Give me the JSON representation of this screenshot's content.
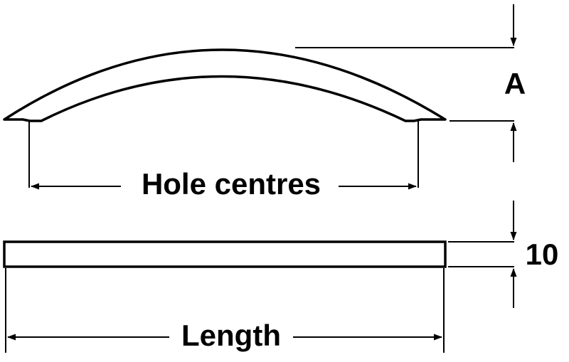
{
  "labels": {
    "hole_centres": "Hole centres",
    "length": "Length",
    "height": "A",
    "thickness": "10"
  },
  "colors": {
    "line": "#000000",
    "background": "#ffffff"
  }
}
